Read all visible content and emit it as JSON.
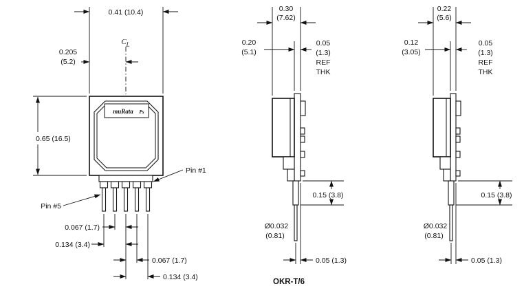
{
  "part_label": "OKR-T/6",
  "front_view": {
    "dim_width": "0.41 (10.4)",
    "dim_half_width_in": "0.205",
    "dim_half_width_mm": "(5.2)",
    "centerline_c": "C",
    "centerline_l": "L",
    "dim_height": "0.65 (16.5)",
    "logo_text": "muRata",
    "logo_mark": "Ps",
    "pin1_label": "Pin #1",
    "pin5_label": "Pin #5",
    "dim_pin_left_1": "0.067 (1.7)",
    "dim_pin_left_2": "0.134 (3.4)",
    "dim_pin_right_1": "0.067 (1.7)",
    "dim_pin_right_2": "0.134 (3.4)"
  },
  "side_view": {
    "dim_depth_in": "0.30",
    "dim_depth_mm": "(7.62)",
    "dim_body_in": "0.20",
    "dim_body_mm": "(5.1)",
    "dim_thk_in": "0.05",
    "dim_thk_mm": "(1.3)",
    "dim_thk_ref": "REF",
    "dim_thk_thk": "THK",
    "dim_shoulder": "0.15 (3.8)",
    "dim_pin_dia_in": "Ø0.032",
    "dim_pin_dia_mm": "(0.81)",
    "dim_pin_offset": "0.05 (1.3)"
  },
  "end_view": {
    "dim_depth_in": "0.22",
    "dim_depth_mm": "(5.6)",
    "dim_body_in": "0.12",
    "dim_body_mm": "(3.05)",
    "dim_thk_in": "0.05",
    "dim_thk_mm": "(1.3)",
    "dim_thk_ref": "REF",
    "dim_thk_thk": "THK",
    "dim_shoulder": "0.15 (3.8)",
    "dim_pin_dia_in": "Ø0.032",
    "dim_pin_dia_mm": "(0.81)",
    "dim_pin_offset": "0.05 (1.3)"
  }
}
